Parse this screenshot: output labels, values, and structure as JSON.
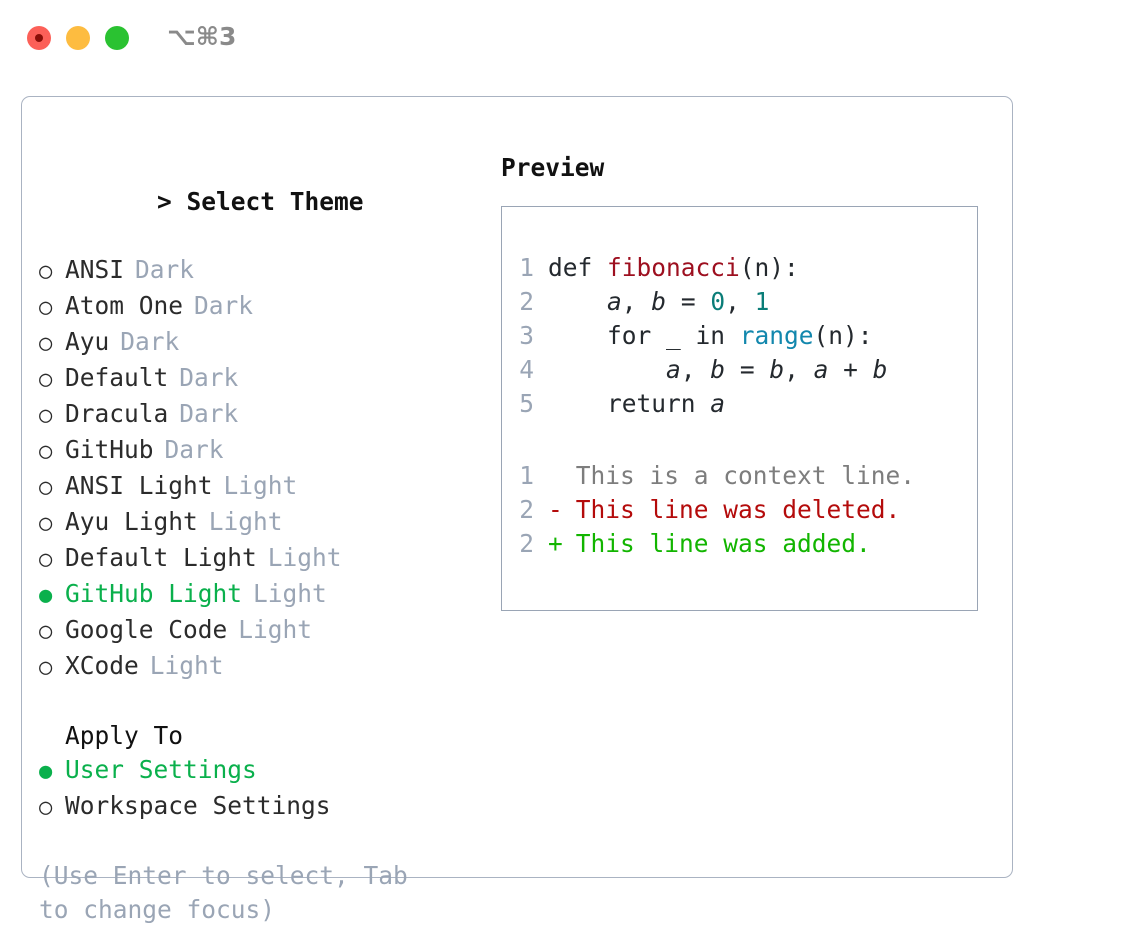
{
  "window": {
    "shortcut_label": "⌥⌘3",
    "traffic_lights": [
      {
        "name": "close",
        "color": "#fc6058"
      },
      {
        "name": "minimize",
        "color": "#fdbc40"
      },
      {
        "name": "maximize",
        "color": "#2ac231"
      }
    ]
  },
  "theme_panel": {
    "caret": ">",
    "title": "Select Theme",
    "radio_on": "●",
    "radio_off": "○",
    "items": [
      {
        "label": "ANSI",
        "tag": "Dark",
        "selected": false
      },
      {
        "label": "Atom One",
        "tag": "Dark",
        "selected": false
      },
      {
        "label": "Ayu",
        "tag": "Dark",
        "selected": false
      },
      {
        "label": "Default",
        "tag": "Dark",
        "selected": false
      },
      {
        "label": "Dracula",
        "tag": "Dark",
        "selected": false
      },
      {
        "label": "GitHub",
        "tag": "Dark",
        "selected": false
      },
      {
        "label": "ANSI Light",
        "tag": "Light",
        "selected": false
      },
      {
        "label": "Ayu Light",
        "tag": "Light",
        "selected": false
      },
      {
        "label": "Default Light",
        "tag": "Light",
        "selected": false
      },
      {
        "label": "GitHub Light",
        "tag": "Light",
        "selected": true
      },
      {
        "label": "Google Code",
        "tag": "Light",
        "selected": false
      },
      {
        "label": "XCode",
        "tag": "Light",
        "selected": false
      }
    ]
  },
  "apply_to": {
    "heading": "Apply To",
    "items": [
      {
        "label": "User Settings",
        "selected": true
      },
      {
        "label": "Workspace Settings",
        "selected": false
      }
    ]
  },
  "hint": "(Use Enter to select, Tab to change focus)",
  "preview": {
    "title": "Preview",
    "code_lines": [
      {
        "n": "1",
        "tokens": [
          {
            "t": "def ",
            "k": "kw"
          },
          {
            "t": "fibonacci",
            "k": "fn"
          },
          {
            "t": "(n):",
            "k": "plain"
          }
        ]
      },
      {
        "n": "2",
        "tokens": [
          {
            "t": "    ",
            "k": "plain"
          },
          {
            "t": "a",
            "k": "var"
          },
          {
            "t": ", ",
            "k": "plain"
          },
          {
            "t": "b",
            "k": "var"
          },
          {
            "t": " = ",
            "k": "plain"
          },
          {
            "t": "0",
            "k": "num"
          },
          {
            "t": ", ",
            "k": "plain"
          },
          {
            "t": "1",
            "k": "num"
          }
        ]
      },
      {
        "n": "3",
        "tokens": [
          {
            "t": "    for _ in ",
            "k": "plain"
          },
          {
            "t": "range",
            "k": "builtin"
          },
          {
            "t": "(n):",
            "k": "plain"
          }
        ]
      },
      {
        "n": "4",
        "tokens": [
          {
            "t": "        ",
            "k": "plain"
          },
          {
            "t": "a",
            "k": "var"
          },
          {
            "t": ", ",
            "k": "plain"
          },
          {
            "t": "b",
            "k": "var"
          },
          {
            "t": " = ",
            "k": "plain"
          },
          {
            "t": "b",
            "k": "var"
          },
          {
            "t": ", ",
            "k": "plain"
          },
          {
            "t": "a",
            "k": "var"
          },
          {
            "t": " + ",
            "k": "plain"
          },
          {
            "t": "b",
            "k": "var"
          }
        ]
      },
      {
        "n": "5",
        "tokens": [
          {
            "t": "    return ",
            "k": "plain"
          },
          {
            "t": "a",
            "k": "var"
          }
        ]
      }
    ],
    "diff_lines": [
      {
        "n": "1",
        "mark": " ",
        "text": "This is a context line.",
        "kind": "context"
      },
      {
        "n": "2",
        "mark": "-",
        "text": "This line was deleted.",
        "kind": "deleted"
      },
      {
        "n": "2",
        "mark": "+",
        "text": "This line was added.",
        "kind": "added"
      }
    ]
  },
  "colors": {
    "accent_green": "#0ab04c",
    "muted": "#9aa5b5",
    "border": "#aab3c2",
    "diff_add": "#12b500",
    "diff_del": "#b40b0b",
    "code_fn": "#9d0f1f",
    "code_builtin": "#1287ad",
    "code_num": "#0a7d78"
  }
}
